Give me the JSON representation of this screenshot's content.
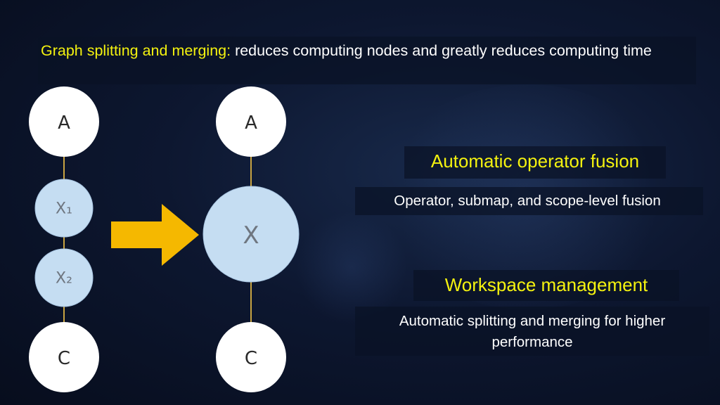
{
  "headline": {
    "highlight": "Graph splitting and merging:",
    "rest": " reduces computing nodes and greatly reduces computing time"
  },
  "diagram": {
    "before": {
      "nodes": [
        "A",
        "X₁",
        "X₂",
        "C"
      ]
    },
    "after": {
      "nodes": [
        "A",
        "X",
        "C"
      ]
    }
  },
  "features": [
    {
      "title": "Automatic operator fusion",
      "description": "Operator, submap, and scope-level fusion"
    },
    {
      "title": "Workspace management",
      "description": "Automatic splitting and merging for higher performance"
    }
  ],
  "colors": {
    "highlight": "#f4f20f",
    "arrow": "#f5b800",
    "node_white": "#ffffff",
    "node_blue": "#c5ddf2",
    "edge": "#c9a442"
  }
}
